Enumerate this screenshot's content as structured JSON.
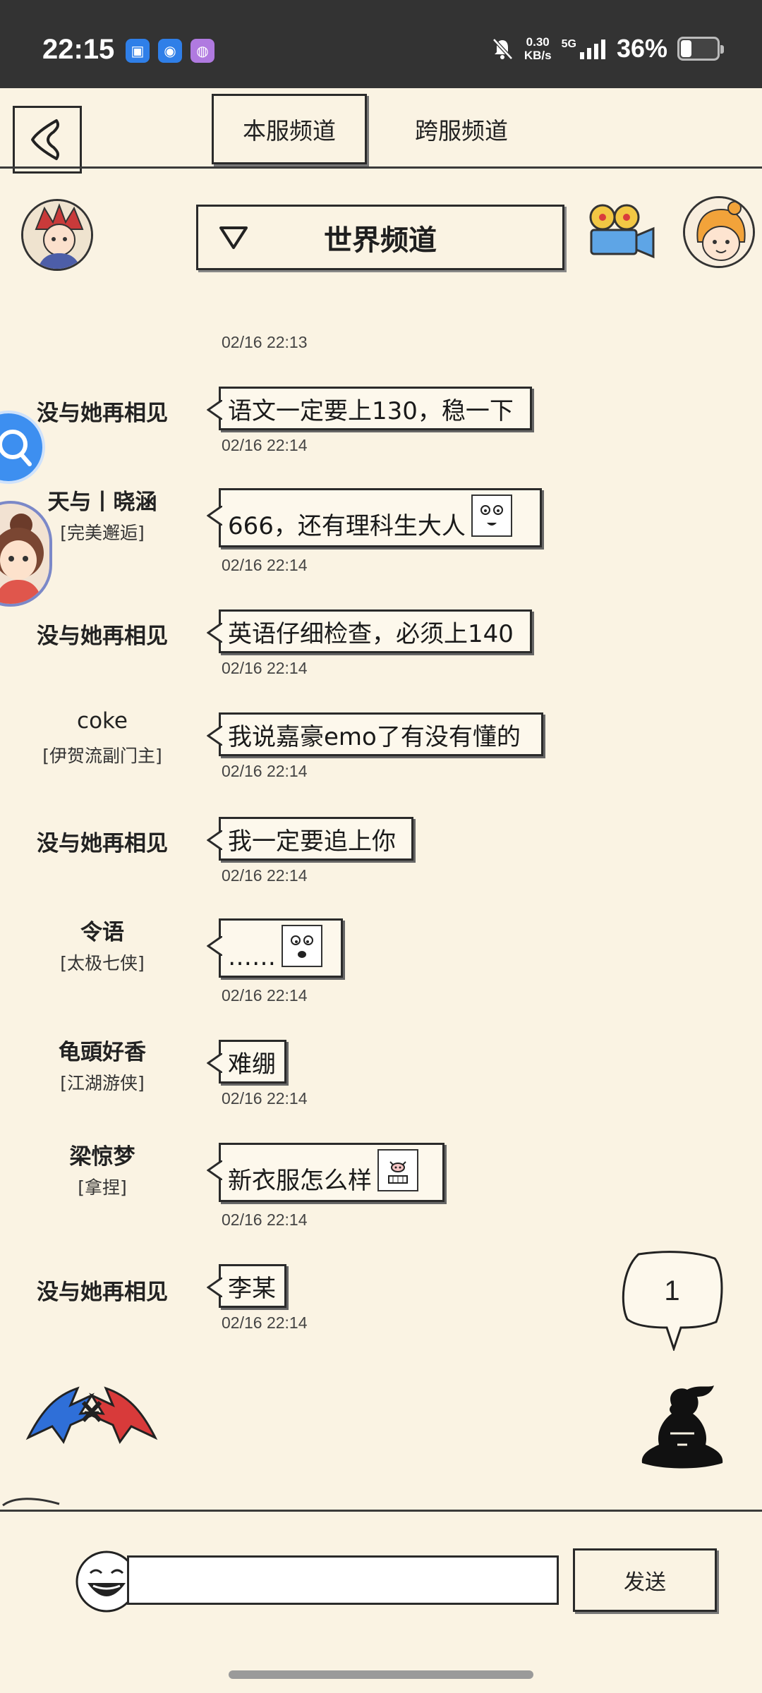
{
  "status_bar": {
    "time": "22:15",
    "net_speed_value": "0.30",
    "net_speed_unit": "KB/s",
    "network": "5G",
    "battery": "36%",
    "battery_level": 0.36,
    "app_icon_colors": [
      "#2f7fe8",
      "#2f7fe8",
      "#b07ae0"
    ]
  },
  "tabs": [
    {
      "label": "本服频道",
      "active": true
    },
    {
      "label": "跨服频道",
      "active": false
    }
  ],
  "channel": {
    "title": "世界频道"
  },
  "messages": [
    {
      "timestamp": "02/16 22:13"
    },
    {
      "name": "没与她再相见",
      "title": "",
      "text": "语文一定要上130，稳一下",
      "emoji": false,
      "timestamp": "02/16 22:14"
    },
    {
      "name": "天与丨晓涵",
      "title": "[完美邂逅]",
      "text": "666，还有理科生大人",
      "emoji": true,
      "timestamp": "02/16 22:14"
    },
    {
      "name": "没与她再相见",
      "title": "",
      "text": "英语仔细检查，必须上140",
      "emoji": false,
      "timestamp": "02/16 22:14"
    },
    {
      "name": "coke",
      "title": "[伊贺流副门主]",
      "text": "我说嘉豪emo了有没有懂的",
      "emoji": false,
      "timestamp": "02/16 22:14"
    },
    {
      "name": "没与她再相见",
      "title": "",
      "text": "我一定要追上你",
      "emoji": false,
      "timestamp": "02/16 22:14"
    },
    {
      "name": "令语",
      "title": "[太极七侠]",
      "text": "……",
      "emoji": true,
      "timestamp": "02/16 22:14"
    },
    {
      "name": "龟頭好香",
      "title": "[江湖游侠]",
      "text": "难绷",
      "emoji": false,
      "timestamp": "02/16 22:14"
    },
    {
      "name": "梁惊梦",
      "title": "[拿捏]",
      "text": "新衣服怎么样",
      "emoji": true,
      "timestamp": "02/16 22:14"
    },
    {
      "name": "没与她再相见",
      "title": "",
      "text": "李某",
      "emoji": false,
      "timestamp": "02/16 22:14"
    }
  ],
  "unread_count": "1",
  "input": {
    "value": "",
    "placeholder": "",
    "send_label": "发送"
  },
  "icons": {
    "back": "back-arrow-icon",
    "dropdown": "triangle-down-icon",
    "camera": "video-camera-icon",
    "laugh": "laughing-face-icon",
    "search": "search-float-icon"
  }
}
